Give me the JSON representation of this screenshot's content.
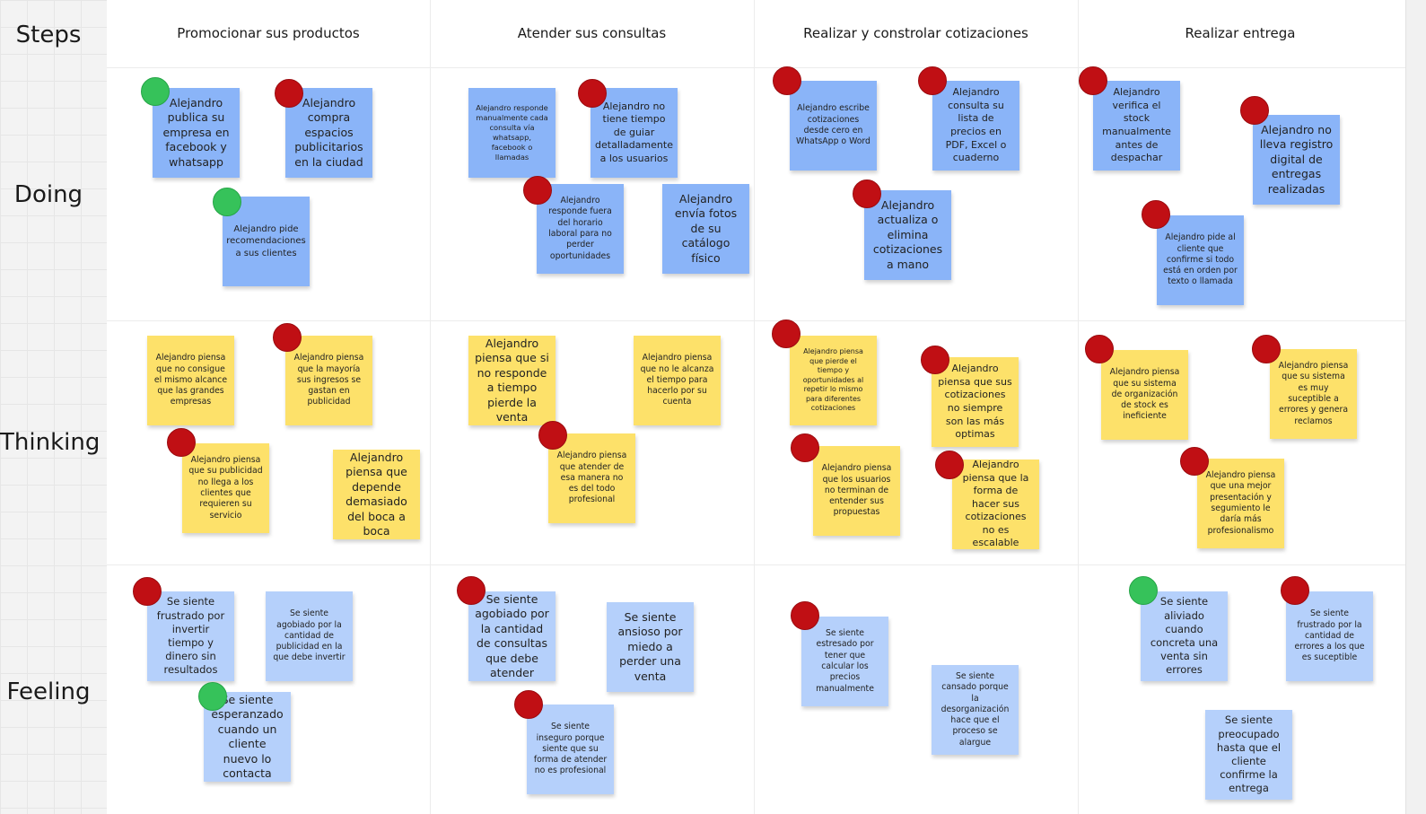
{
  "rows": [
    "Steps",
    "Doing",
    "Thinking",
    "Feeling"
  ],
  "columns": [
    "Promocionar sus productos",
    "Atender sus consultas",
    "Realizar y constrolar cotizaciones",
    "Realizar entrega"
  ],
  "colors": {
    "doing_note": "#8ab4f8",
    "thinking_note": "#fde16a",
    "feeling_note": "#b5d0fb",
    "negative_dot": "#c00f14",
    "positive_dot": "#36c25a"
  },
  "notes": [
    {
      "text": "Alejandro publica su empresa en facebook y whatsapp",
      "marker": "positive"
    },
    {
      "text": "Alejandro compra espacios publicitarios en la ciudad",
      "marker": "negative"
    },
    {
      "text": "Alejandro pide recomendaciones a sus clientes",
      "marker": "positive"
    },
    {
      "text": "Alejandro responde manualmente cada consulta vía whatsapp, facebook o llamadas",
      "marker": "none"
    },
    {
      "text": "Alejandro no tiene tiempo de guiar detalladamente a los usuarios",
      "marker": "negative"
    },
    {
      "text": "Alejandro responde fuera del horario laboral para no perder oportunidades",
      "marker": "negative"
    },
    {
      "text": "Alejandro envía fotos de su catálogo físico",
      "marker": "none"
    },
    {
      "text": "Alejandro escribe cotizaciones desde cero en WhatsApp o Word",
      "marker": "negative"
    },
    {
      "text": "Alejandro consulta su lista de precios en PDF, Excel o cuaderno",
      "marker": "negative"
    },
    {
      "text": "Alejandro actualiza o elimina cotizaciones a mano",
      "marker": "negative"
    },
    {
      "text": "Alejandro verifica el stock manualmente antes de despachar",
      "marker": "negative"
    },
    {
      "text": "Alejandro no lleva registro digital de entregas realizadas",
      "marker": "negative"
    },
    {
      "text": "Alejandro pide al cliente que confirme si todo está en orden por texto o llamada",
      "marker": "negative"
    },
    {
      "text": "Alejandro piensa que no consigue el mismo alcance que las grandes empresas",
      "marker": "none"
    },
    {
      "text": "Alejandro piensa que la mayoría sus ingresos se gastan en publicidad",
      "marker": "negative"
    },
    {
      "text": "Alejandro piensa que su publicidad no llega a los clientes que requieren su servicio",
      "marker": "negative"
    },
    {
      "text": "Alejandro piensa que depende demasiado del boca a boca",
      "marker": "none"
    },
    {
      "text": "Alejandro piensa que si no responde a tiempo pierde la venta",
      "marker": "none"
    },
    {
      "text": "Alejandro piensa que no le alcanza el tiempo para hacerlo por su cuenta",
      "marker": "none"
    },
    {
      "text": "Alejandro piensa que atender de esa manera no es del todo profesional",
      "marker": "negative"
    },
    {
      "text": "Alejandro piensa que pierde el tiempo y oportunidades al repetir lo mismo para diferentes cotizaciones",
      "marker": "negative"
    },
    {
      "text": "Alejandro piensa que sus cotizaciones no siempre son las más optimas",
      "marker": "negative"
    },
    {
      "text": "Alejandro piensa que los usuarios no terminan de entender sus propuestas",
      "marker": "negative"
    },
    {
      "text": "Alejandro piensa que la forma de hacer sus cotizaciones no es escalable",
      "marker": "negative"
    },
    {
      "text": "Alejandro piensa que su sistema de organización de stock es ineficiente",
      "marker": "negative"
    },
    {
      "text": "Alejandro piensa que su sistema es muy suceptible a errores y genera reclamos",
      "marker": "negative"
    },
    {
      "text": "Alejandro piensa que una mejor presentación y segumiento le daría más profesionalismo",
      "marker": "negative"
    },
    {
      "text": "Se siente frustrado por invertir tiempo y dinero sin resultados",
      "marker": "negative"
    },
    {
      "text": "Se siente agobiado por la cantidad de publicidad en la que debe invertir",
      "marker": "none"
    },
    {
      "text": "Se siente esperanzado cuando un cliente nuevo lo contacta",
      "marker": "positive"
    },
    {
      "text": "Se siente agobiado por la cantidad de consultas que debe atender",
      "marker": "negative"
    },
    {
      "text": "Se siente ansioso por miedo a perder una venta",
      "marker": "none"
    },
    {
      "text": "Se siente inseguro porque siente que su forma de atender no es profesional",
      "marker": "negative"
    },
    {
      "text": "Se siente estresado por tener que calcular los precios manualmente",
      "marker": "negative"
    },
    {
      "text": "Se siente cansado porque la desorganización hace que el proceso se alargue",
      "marker": "none"
    },
    {
      "text": "Se siente aliviado cuando concreta una venta sin errores",
      "marker": "positive"
    },
    {
      "text": "Se siente frustrado por la cantidad de errores a los que es suceptible",
      "marker": "negative"
    },
    {
      "text": "Se siente preocupado hasta que el cliente confirme la entrega",
      "marker": "none"
    }
  ]
}
